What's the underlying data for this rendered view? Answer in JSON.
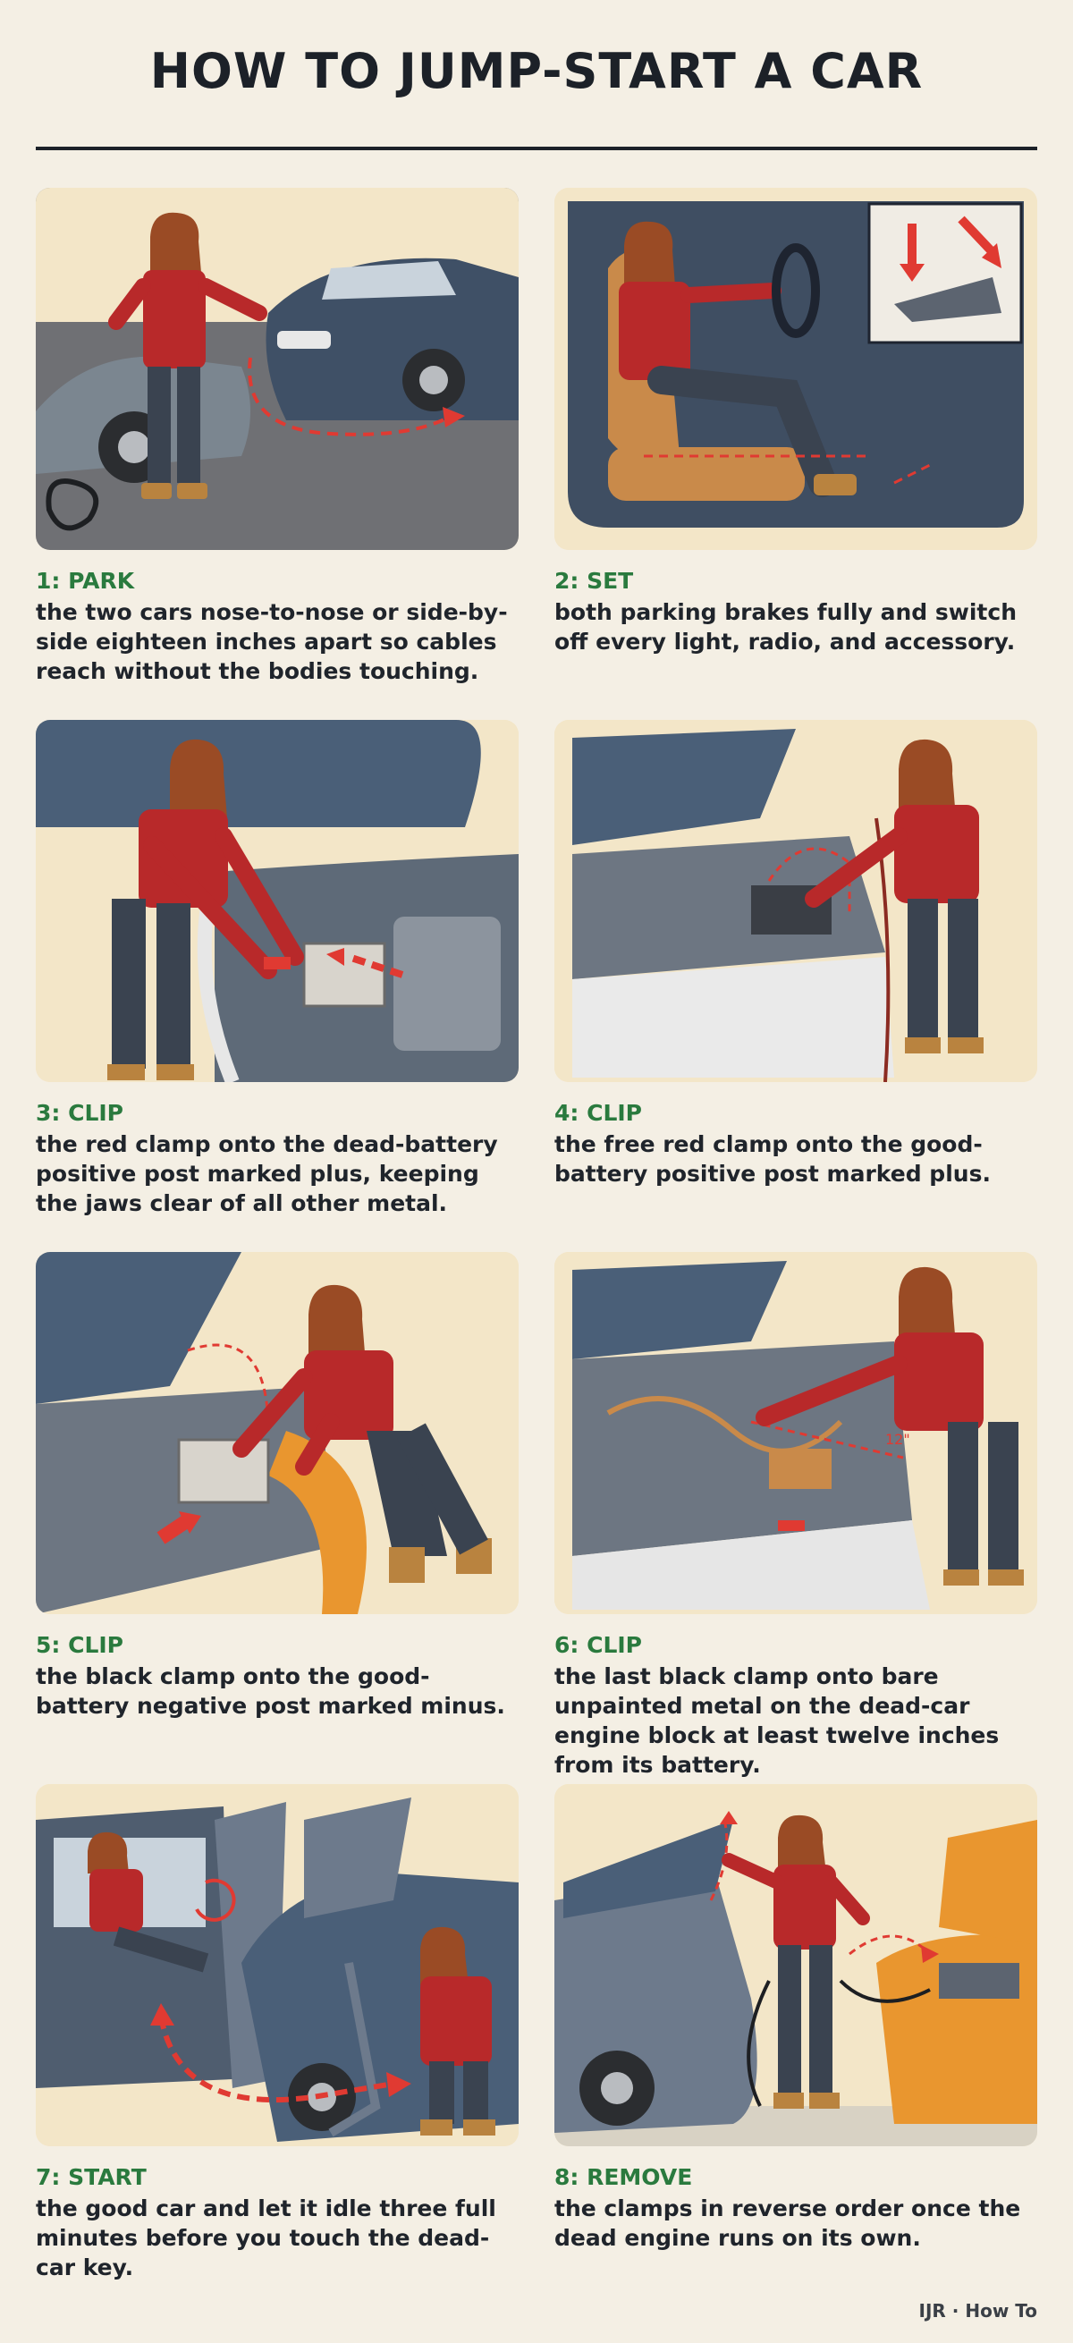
{
  "title": "HOW TO JUMP-START A CAR",
  "steps": [
    {
      "label": "1: PARK",
      "text": "the two cars nose-to-nose or side-by-side eighteen inches apart so cables reach without the bodies touching."
    },
    {
      "label": "2: SET",
      "text": "both parking brakes fully and switch off every light, radio, and accessory."
    },
    {
      "label": "3: CLIP",
      "text": "the red clamp onto the dead-battery positive post marked plus, keeping the jaws clear of all other metal."
    },
    {
      "label": "4: CLIP",
      "text": "the free red clamp onto the good-battery positive post marked plus."
    },
    {
      "label": "5: CLIP",
      "text": "the black clamp onto the good-battery negative post marked minus."
    },
    {
      "label": "6: CLIP",
      "text": "the last black clamp onto bare unpainted metal on the dead-car engine block at least twelve inches from its battery."
    },
    {
      "label": "7: START",
      "text": "the good car and let it idle three full minutes before you touch the dead-car key."
    },
    {
      "label": "8: REMOVE",
      "text": "the clamps in reverse order once the dead engine runs on its own."
    }
  ],
  "illustration_notes": {
    "step6_measure": "12\""
  },
  "footer": "IJR · How To",
  "colors": {
    "accent_green": "#2a7a3e",
    "arrow_red": "#e03a32",
    "shirt_red": "#b8292a",
    "car_blue": "#4a5f78",
    "panel_bg": "#f3e6c8"
  }
}
